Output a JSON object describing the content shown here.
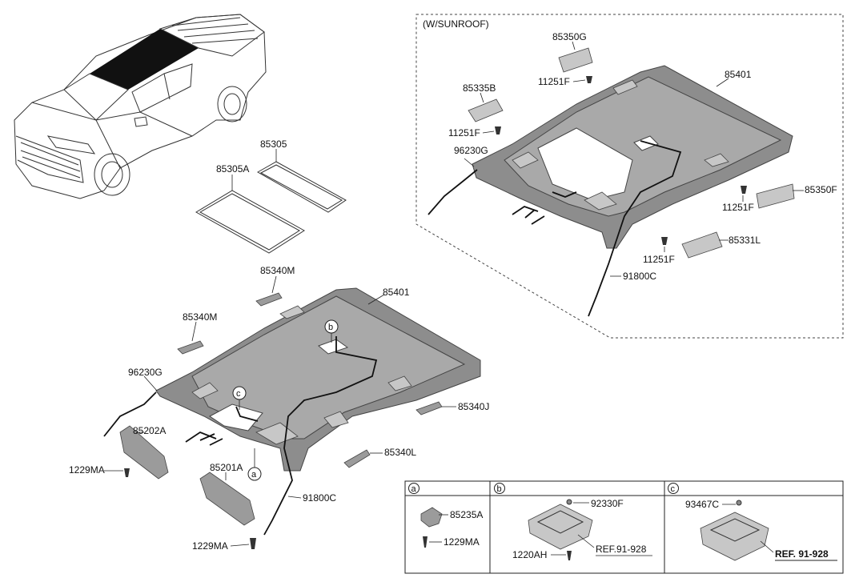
{
  "sunroof_box": {
    "title": "(W/SUNROOF)"
  },
  "labels": {
    "p85305": "85305",
    "p85305A": "85305A",
    "p85340M_a": "85340M",
    "p85340M_b": "85340M",
    "p85401_main": "85401",
    "p96230G_main": "96230G",
    "p85202A": "85202A",
    "p1229MA_a": "1229MA",
    "p85201A": "85201A",
    "p1229MA_b": "1229MA",
    "p91800C_main": "91800C",
    "p85340J": "85340J",
    "p85340L": "85340L",
    "p85350G": "85350G",
    "p11251F_a": "11251F",
    "p85335B": "85335B",
    "p11251F_b": "11251F",
    "p96230G_sr": "96230G",
    "p85401_sr": "85401",
    "p85350F": "85350F",
    "p11251F_c": "11251F",
    "p85331L": "85331L",
    "p11251F_d": "11251F",
    "p91800C_sr": "91800C"
  },
  "callouts": {
    "b": "b",
    "c": "c",
    "a": "a"
  },
  "detail_table": {
    "headers": [
      "a",
      "b",
      "c"
    ],
    "cell_a": {
      "part1": "85235A",
      "part2": "1229MA"
    },
    "cell_b": {
      "part1": "92330F",
      "part2": "1220AH",
      "ref": "REF.91-928"
    },
    "cell_c": {
      "part1": "93467C",
      "ref": "REF. 91-928"
    }
  }
}
